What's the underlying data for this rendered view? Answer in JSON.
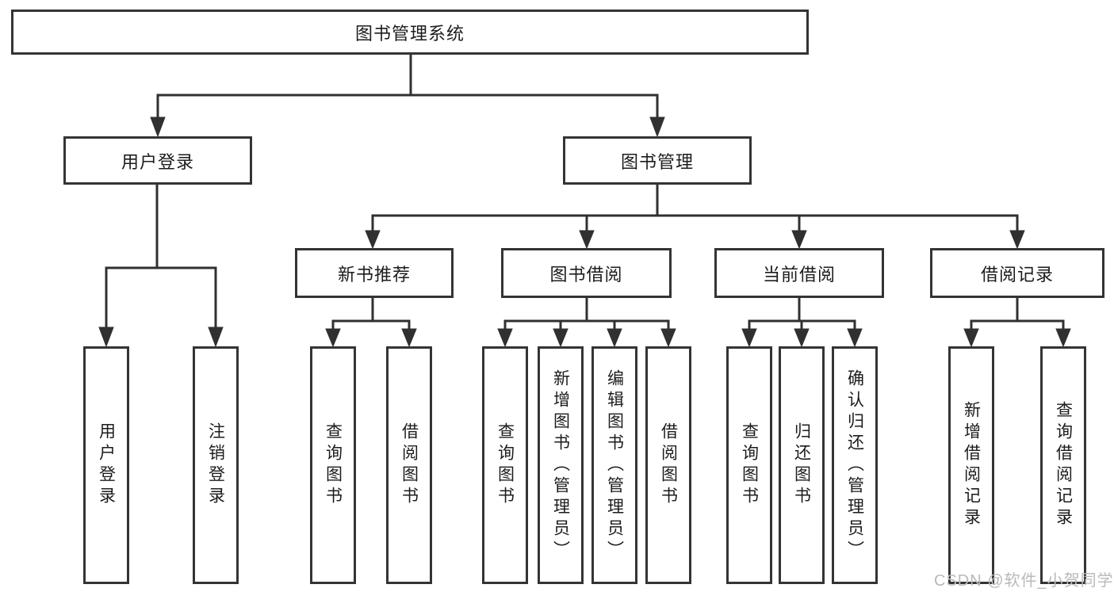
{
  "diagram": {
    "root": {
      "label": "图书管理系统"
    },
    "level2": {
      "user_login": "用户登录",
      "book_mgmt": "图书管理"
    },
    "level3": {
      "new_books": "新书推荐",
      "borrow": "图书借阅",
      "current": "当前借阅",
      "records": "借阅记录"
    },
    "leaves": {
      "user_login": [
        "用户登录",
        "注销登录"
      ],
      "new_books": [
        "查询图书",
        "借阅图书"
      ],
      "borrow": [
        "查询图书",
        "新增图书（管理员）",
        "编辑图书（管理员）",
        "借阅图书"
      ],
      "current": [
        "查询图书",
        "归还图书",
        "确认归还（管理员）"
      ],
      "records": [
        "新增借阅记录",
        "查询借阅记录"
      ]
    }
  },
  "watermark": "CSDN @软件_小贺同学",
  "colors": {
    "line": "#303030",
    "box_border": "#343434",
    "box_fill": "#ffffff",
    "text": "#1c1c1c",
    "watermark": "#b9b9b9",
    "background": "#ffffff"
  }
}
